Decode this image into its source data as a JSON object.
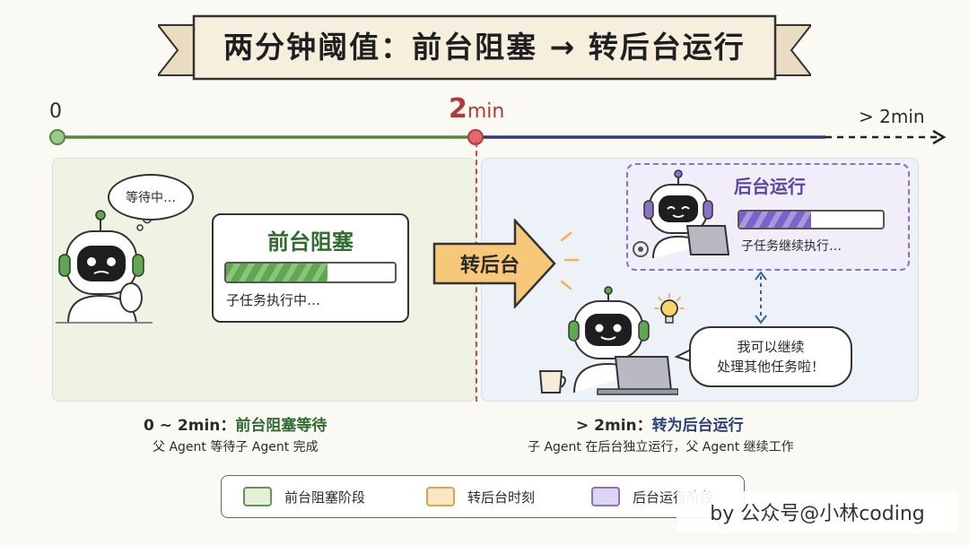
{
  "title": "两分钟阈值：前台阻塞 → 转后台运行",
  "timeline": {
    "start_label": "0",
    "threshold_value": "2",
    "threshold_unit": "min",
    "end_label": "> 2min"
  },
  "left_phase": {
    "thought": "等待中…",
    "card_title": "前台阻塞",
    "card_status": "子任务执行中…",
    "progress": 0.6,
    "caption_prefix": "0 ~ 2min：",
    "caption_accent": "前台阻塞等待",
    "caption_sub": "父 Agent 等待子 Agent 完成"
  },
  "transition": {
    "label": "转后台"
  },
  "right_phase": {
    "card_title": "后台运行",
    "card_status": "子任务继续执行…",
    "progress": 0.5,
    "speech_line1": "我可以继续",
    "speech_line2": "处理其他任务啦！",
    "caption_prefix": "> 2min：",
    "caption_accent": "转为后台运行",
    "caption_sub": "子 Agent 在后台独立运行，父 Agent 继续工作"
  },
  "legend": [
    {
      "label": "前台阻塞阶段",
      "fill": "#e6efda",
      "border": "#5f9a52"
    },
    {
      "label": "转后台时刻",
      "fill": "#fbe6c6",
      "border": "#e0a24e"
    },
    {
      "label": "后台运行阶段",
      "fill": "#ddd6f2",
      "border": "#8a72c8"
    }
  ],
  "watermark": "by 公众号@小林coding",
  "colors": {
    "green": "#4f8a3f",
    "red": "#c94a4a",
    "blue": "#2a3f7a",
    "purple": "#8a72c8",
    "orange": "#f2b35a"
  }
}
